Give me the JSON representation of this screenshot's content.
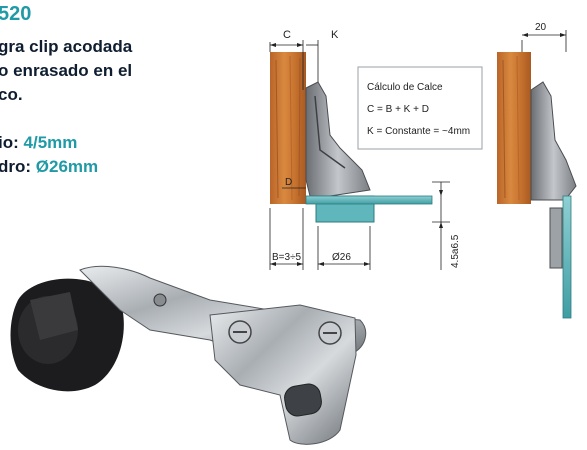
{
  "product": {
    "code": "520",
    "description_lines": [
      "gra clip acodada",
      "o enrasado en el",
      "co."
    ],
    "spec1": {
      "label": "io:",
      "value": "4/5mm"
    },
    "spec2": {
      "label": "dro:",
      "value": "Ø26mm"
    }
  },
  "diagram": {
    "label_c": "C",
    "label_k": "K",
    "label_d": "D",
    "label_b": "B=3÷5",
    "label_cup": "Ø26",
    "label_depth": "4.5a6.5",
    "label_width": "20",
    "info_title": "Cálculo de Calce",
    "info_formula": "C = B + K + D",
    "info_constant": "K = Constante = ~4mm"
  },
  "colors": {
    "accent": "#1f9aa6",
    "text": "#0e1d2f",
    "wood": "#c9783a",
    "glass": "#5fb6bb"
  }
}
